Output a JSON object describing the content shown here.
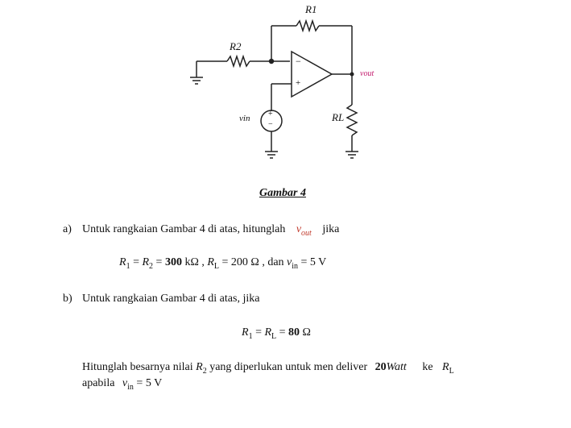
{
  "figure": {
    "labels": {
      "r1": "R1",
      "r2": "R2",
      "rl": "RL",
      "vin": "vin",
      "vout": "vout",
      "minus": "−",
      "plus": "+",
      "src_plus": "+",
      "src_minus": "−"
    },
    "caption": "Gambar 4"
  },
  "question_a": {
    "label": "a)",
    "text": "Untuk rangkaian Gambar 4 di atas, hitunglah",
    "var": "v",
    "var_sub": "out",
    "tail": "jika",
    "eq": {
      "r1": "R",
      "r1s": "1",
      "eq1": "= ",
      "r2": "R",
      "r2s": "2",
      "eq2": "=",
      "val": "300",
      "unit": "kΩ ,",
      "rl": "R",
      "rls": "L",
      "rl_val": "= 200 Ω , dan",
      "vin": "v",
      "vins": "in",
      "vin_val": "= 5 V"
    }
  },
  "question_b": {
    "label": "b)",
    "text": "Untuk rangkaian Gambar 4 di atas, jika",
    "eq": {
      "r1": "R",
      "r1s": "1",
      "eq1": "=",
      "rl": "R",
      "rls": "L",
      "eq2": "=",
      "val": "80",
      "unit": "Ω"
    },
    "line1": "Hitunglah besarnya nilai",
    "r2": "R",
    "r2s": "2",
    "line1b": "yang diperlukan untuk men deliver",
    "watt_val": "20",
    "watt_unit": "Watt",
    "ke": "ke",
    "rl": "R",
    "rls": "L",
    "line2": "apabila",
    "vin": "v",
    "vins": "in",
    "vin_val": "= 5 V"
  }
}
